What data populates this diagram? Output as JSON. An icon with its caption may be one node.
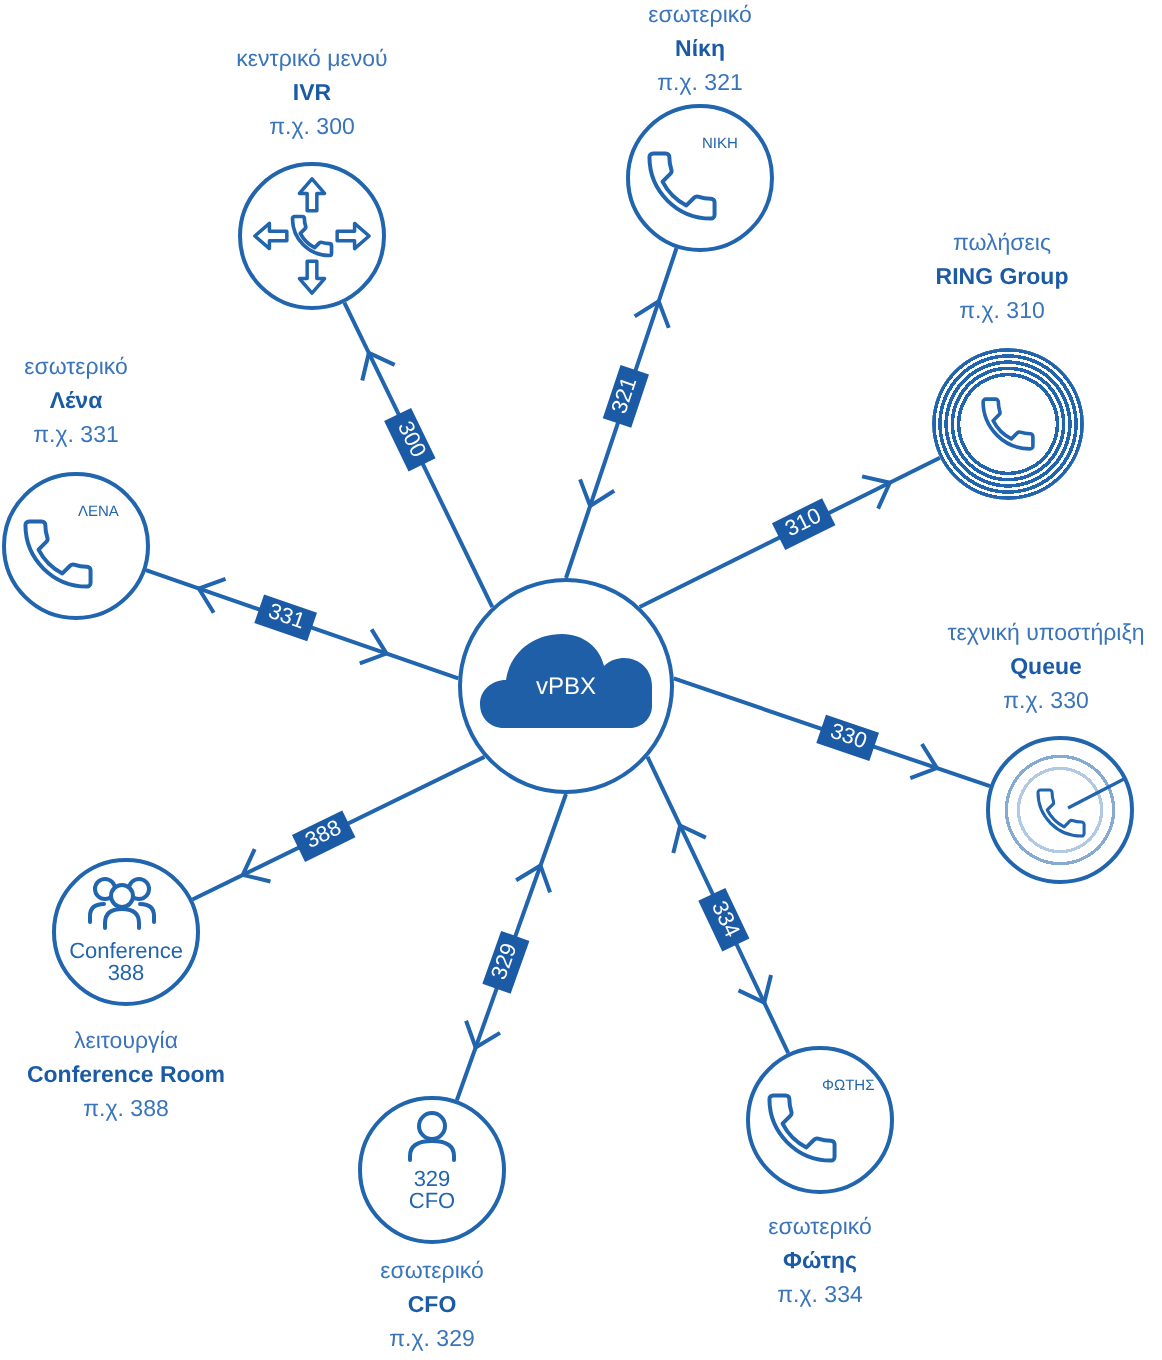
{
  "diagram": {
    "nodes": [
      {
        "text": [],
        "shape": "circle",
        "beside": [
          "κεντρικό μενού",
          "IVR",
          "π.χ. 300"
        ]
      },
      {
        "text": [
          "ΝΙΚΗ"
        ],
        "beside": [
          "εσωτερικό",
          "Νίκη",
          "π.χ. 321"
        ]
      },
      {
        "text": [],
        "shape": "circle",
        "beside": [
          "πωλήσεις",
          "RING Group",
          "π.χ. 310"
        ]
      },
      {
        "text": [
          "ΛΕΝΑ"
        ],
        "beside": [
          "εσωτερικό",
          "Λένα",
          "π.χ. 331"
        ]
      },
      {
        "text": [
          "vPBX"
        ]
      },
      {
        "text": [],
        "shape": "circle",
        "beside": [
          "τεχνική υποστήριξη",
          "Queue",
          "π.χ. 330"
        ]
      },
      {
        "text": [
          "Conference 388"
        ],
        "beside": [
          "λειτουργία",
          "Conference Room",
          "π.χ. 388"
        ]
      },
      {
        "text": [
          "ΦΩΤΗΣ"
        ],
        "beside": [
          "εσωτερικό",
          "Φώτης",
          "π.χ. 334"
        ]
      },
      {
        "text": [
          "329 CFO"
        ],
        "beside": [
          "εσωτερικό",
          "CFO",
          "π.χ. 329"
        ]
      }
    ],
    "edges": [
      {
        "from": 4,
        "to": 0,
        "arrow": "to",
        "label": "300"
      },
      {
        "from": 4,
        "to": 1,
        "arrow": "both",
        "label": "321"
      },
      {
        "from": 4,
        "to": 2,
        "arrow": "to",
        "label": "310"
      },
      {
        "from": 4,
        "to": 3,
        "arrow": "both",
        "label": "331"
      },
      {
        "from": 4,
        "to": 5,
        "arrow": "to",
        "label": "330"
      },
      {
        "from": 4,
        "to": 6,
        "arrow": "to",
        "label": "388"
      },
      {
        "from": 4,
        "to": 7,
        "arrow": "both",
        "label": "334"
      },
      {
        "from": 4,
        "to": 8,
        "arrow": "both",
        "label": "329"
      }
    ]
  }
}
